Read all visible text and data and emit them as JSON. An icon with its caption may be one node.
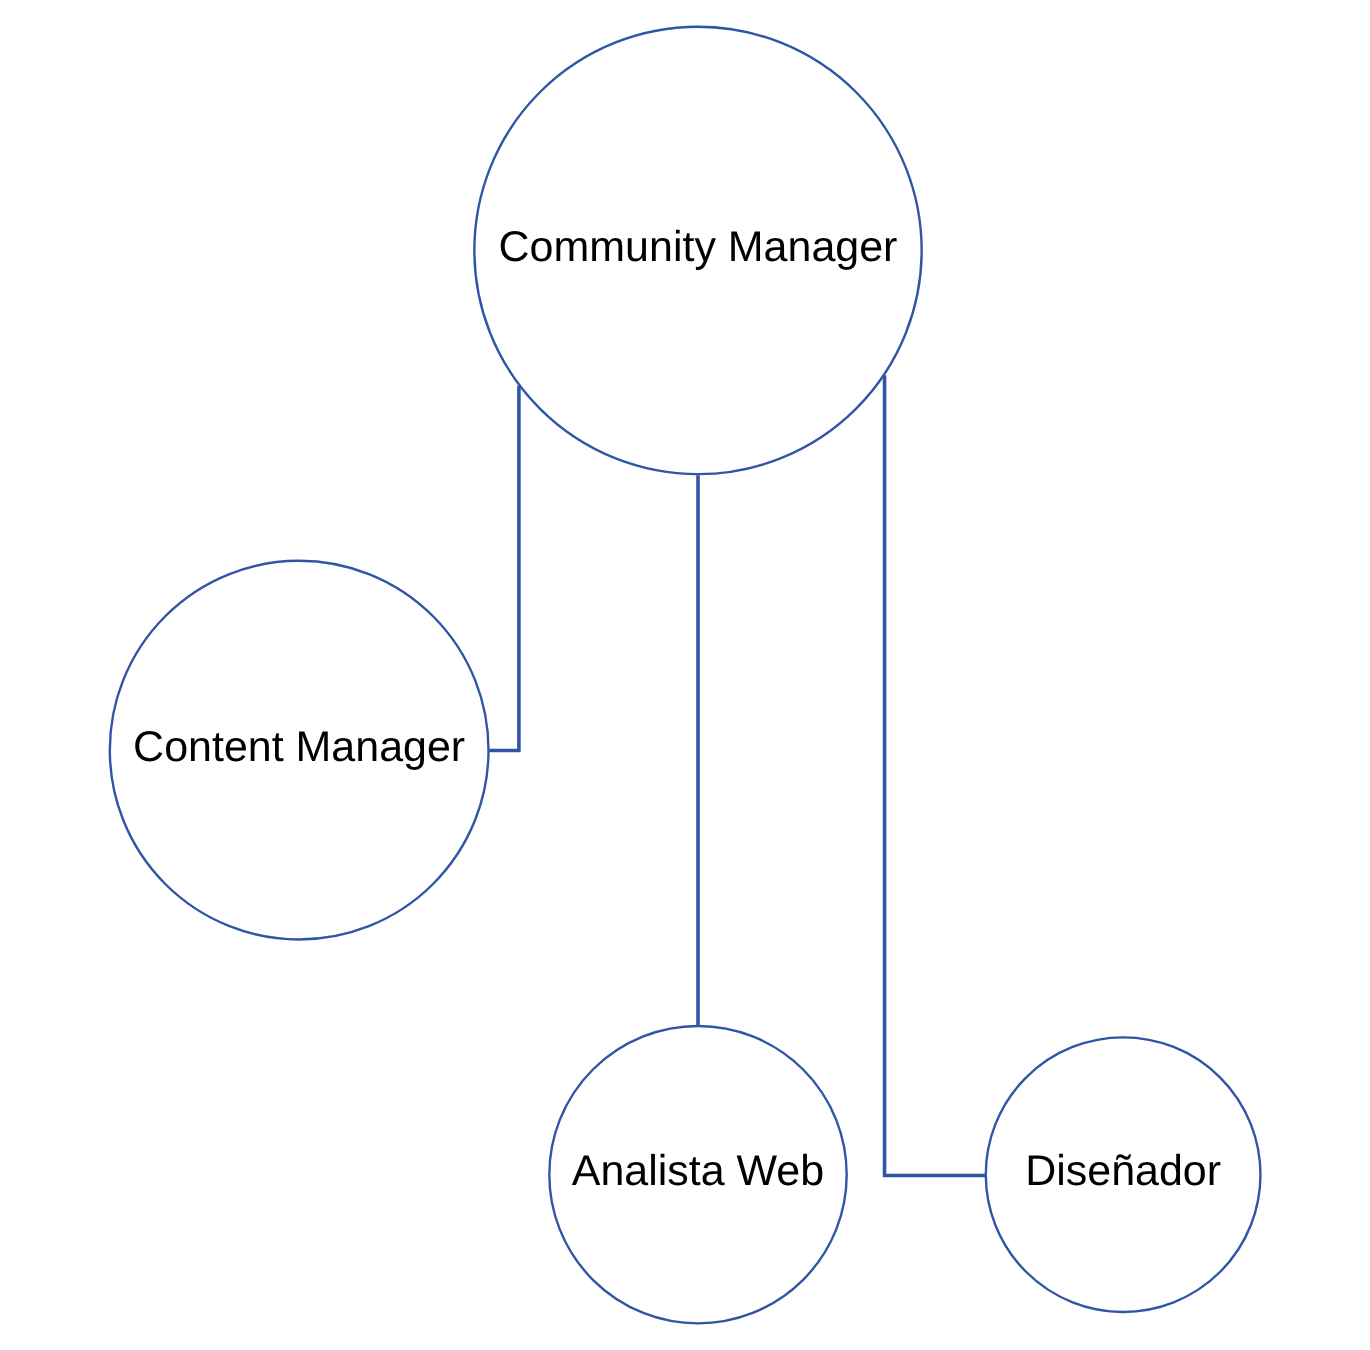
{
  "diagram": {
    "nodes": [
      {
        "text": [
          "Community Manager"
        ]
      },
      {
        "text": [
          "Content Manager"
        ]
      },
      {
        "text": [
          "Analista Web"
        ]
      },
      {
        "text": [
          "Diseñador"
        ]
      }
    ],
    "edges": [
      {
        "from": 0,
        "to": 1,
        "arrow": "none"
      },
      {
        "from": 0,
        "to": 2,
        "arrow": "none"
      },
      {
        "from": 0,
        "to": 3,
        "arrow": "none"
      }
    ]
  }
}
